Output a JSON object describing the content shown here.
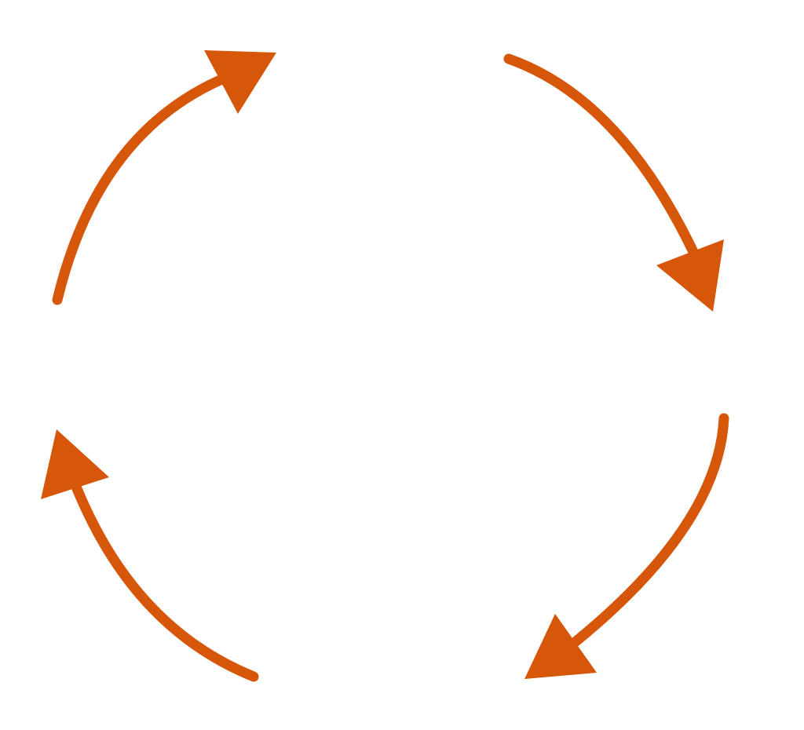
{
  "diagram": {
    "type": "cycle",
    "arrow_count": 4,
    "direction": "clockwise",
    "colors": {
      "arrow": "#D6560A",
      "background": "#FFFFFF"
    },
    "arrows": [
      {
        "id": "top-left",
        "points_to": "top-right"
      },
      {
        "id": "top-right",
        "points_to": "bottom-right"
      },
      {
        "id": "bottom-right",
        "points_to": "bottom-left"
      },
      {
        "id": "bottom-left",
        "points_to": "top-left"
      }
    ]
  }
}
